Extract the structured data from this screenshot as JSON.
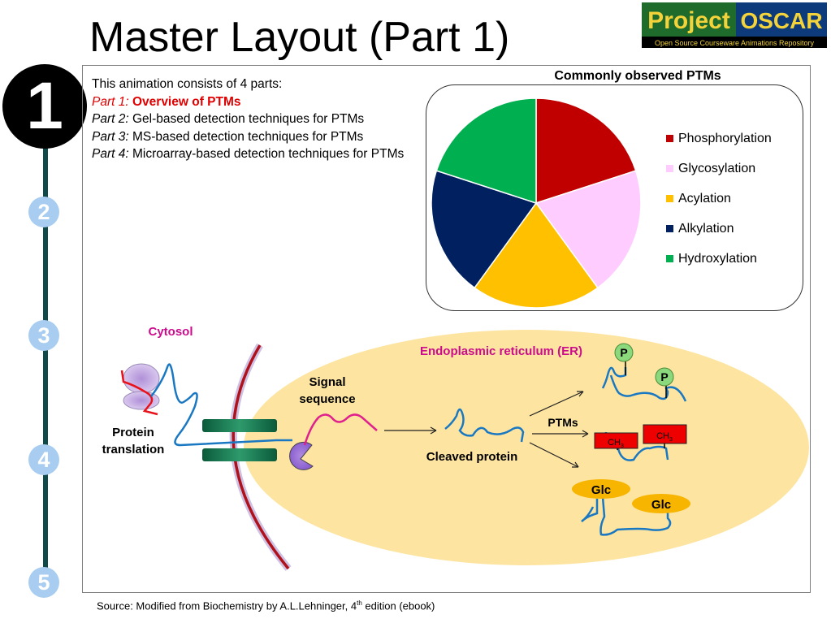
{
  "title": "Master Layout (Part 1)",
  "logo": {
    "word1": "Project",
    "word2": "OSCAR",
    "tagline": "Open Source Courseware Animations Repository"
  },
  "steps": [
    "1",
    "2",
    "3",
    "4",
    "5"
  ],
  "intro": {
    "line1": "This animation consists of 4 parts:",
    "parts": [
      {
        "label": "Part 1:",
        "text": "Overview of PTMs"
      },
      {
        "label": "Part 2:",
        "text": "Gel-based detection techniques for PTMs"
      },
      {
        "label": "Part 3:",
        "text": "MS-based detection techniques for PTMs"
      },
      {
        "label": "Part 4:",
        "text": "Microarray-based detection techniques for PTMs"
      }
    ]
  },
  "chart_data": {
    "type": "pie",
    "title": "Commonly observed PTMs",
    "categories": [
      "Phosphorylation",
      "Glycosylation",
      "Acylation",
      "Alkylation",
      "Hydroxylation"
    ],
    "values": [
      20,
      20,
      20,
      20,
      20
    ],
    "colors": [
      "#c00000",
      "#ffccff",
      "#ffc000",
      "#002060",
      "#00b050"
    ],
    "legend_position": "right"
  },
  "diagram": {
    "cytosol_label": "Cytosol",
    "er_label": "Endoplasmic reticulum (ER)",
    "signal_label_1": "Signal",
    "signal_label_2": "sequence",
    "translation_label_1": "Protein",
    "translation_label_2": "translation",
    "cleaved_label": "Cleaved protein",
    "ptms_label": "PTMs",
    "phospho_tag": "P",
    "methyl_tag": "CH",
    "methyl_sub": "3",
    "glc_tag": "Glc"
  },
  "source": {
    "prefix": "Source: Modified from Biochemistry by A.L.Lehninger, 4",
    "sup": "th",
    "suffix": " edition (ebook)"
  }
}
